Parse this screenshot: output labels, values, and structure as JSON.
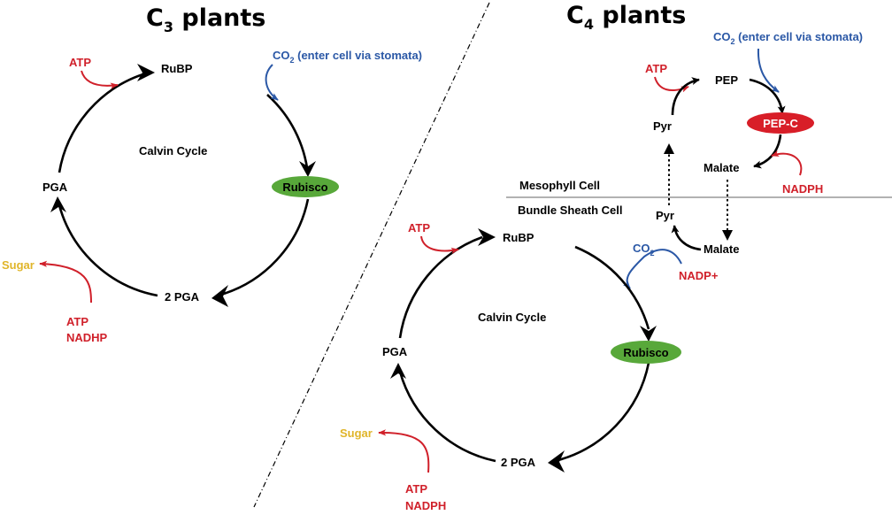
{
  "colors": {
    "accent_red": "#d0202a",
    "co2_blue": "#2b58a6",
    "rubisco_green": "#58a83a",
    "pepc_red": "#d81e28",
    "sugar_yellow": "#e0b52a"
  },
  "c3": {
    "title_main": "C",
    "title_sub": "3",
    "title_rest": " plants",
    "rubp": "RuBP",
    "atp": "ATP",
    "co2_prefix": "CO",
    "co2_sub": "2",
    "co2_suffix": " (enter cell via stomata)",
    "cycle": "Calvin Cycle",
    "rubisco": "Rubisco",
    "pga": "PGA",
    "two_pga": "2 PGA",
    "sugar": "Sugar",
    "atp2": "ATP",
    "nadhp": "NADHP"
  },
  "c4": {
    "title_main": "C",
    "title_sub": "4",
    "title_rest": " plants",
    "co2_prefix": "CO",
    "co2_sub": "2",
    "co2_suffix": " (enter cell via stomata)",
    "atp_top": "ATP",
    "pep": "PEP",
    "pepc": "PEP-C",
    "pyr_top": "Pyr",
    "malate_top": "Malate",
    "nadph_top": "NADPH",
    "mesophyll": "Mesophyll Cell",
    "bundle": "Bundle Sheath Cell",
    "pyr_bottom": "Pyr",
    "malate_bottom": "Malate",
    "co2b_prefix": "CO",
    "co2b_sub": "2",
    "nadp_plus": "NADP+",
    "atp": "ATP",
    "rubp": "RuBP",
    "cycle": "Calvin Cycle",
    "rubisco": "Rubisco",
    "pga": "PGA",
    "two_pga": "2 PGA",
    "sugar": "Sugar",
    "atp2": "ATP",
    "nadph": "NADPH"
  }
}
